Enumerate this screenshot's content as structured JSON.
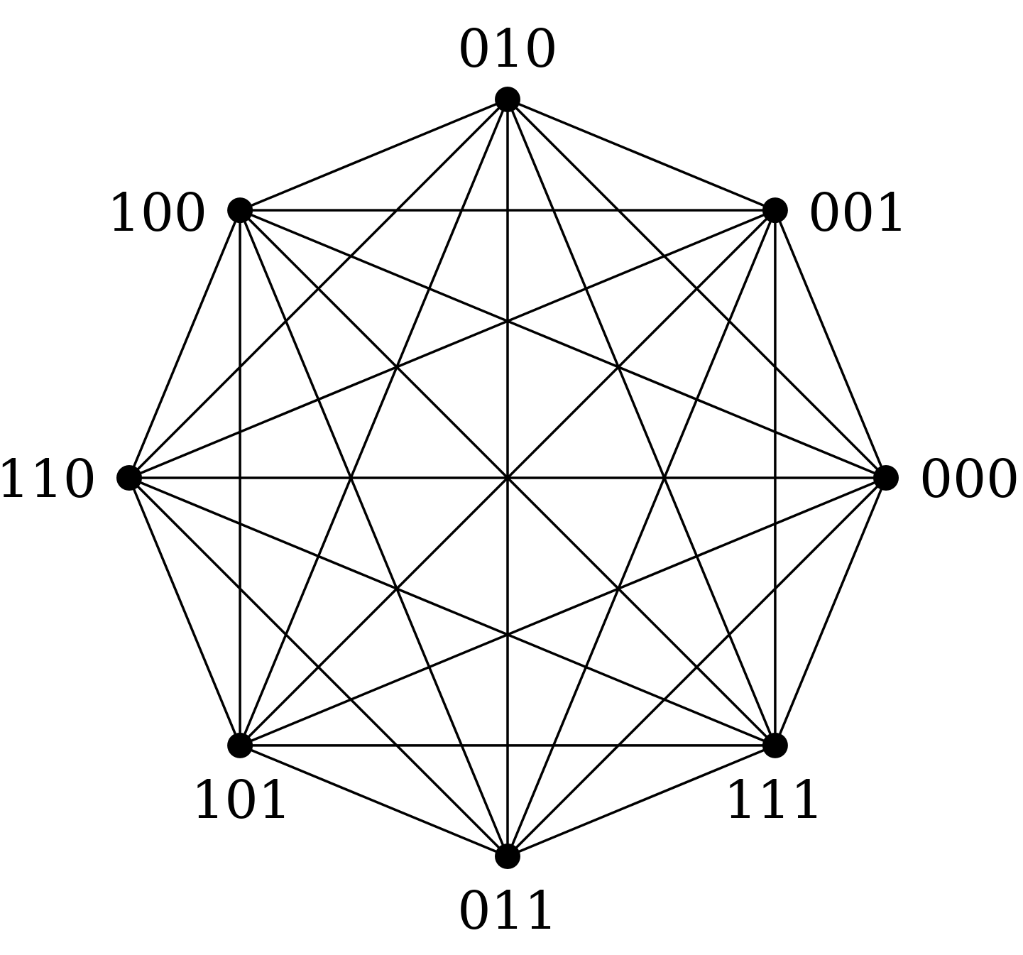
{
  "diagram": {
    "type": "complete-graph",
    "colors": {
      "stroke": "#000000",
      "node": "#000000",
      "background": "#ffffff"
    },
    "nodes": [
      {
        "id": "000",
        "label": "000"
      },
      {
        "id": "001",
        "label": "001"
      },
      {
        "id": "010",
        "label": "010"
      },
      {
        "id": "100",
        "label": "100"
      },
      {
        "id": "110",
        "label": "110"
      },
      {
        "id": "101",
        "label": "101"
      },
      {
        "id": "011",
        "label": "011"
      },
      {
        "id": "111",
        "label": "111"
      }
    ]
  }
}
